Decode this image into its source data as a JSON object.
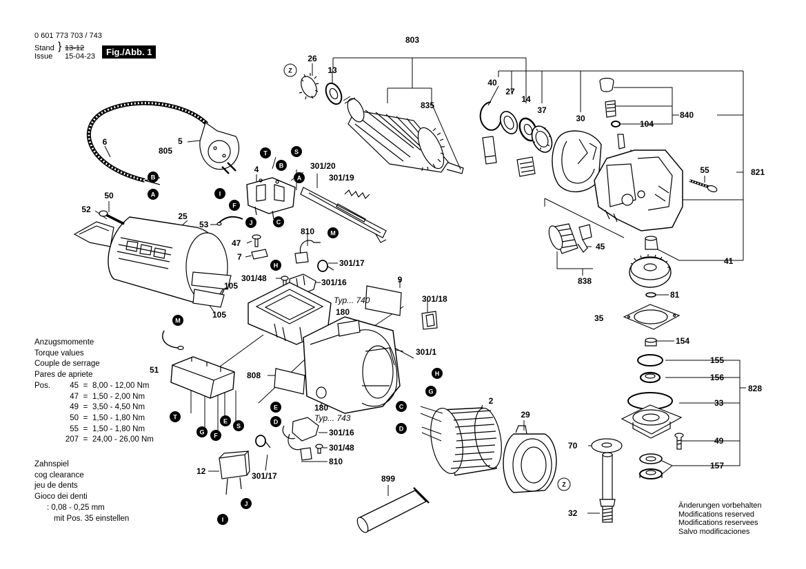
{
  "header": {
    "part_number": "0 601 773 703 / 743",
    "stand_label": "Stand",
    "stand_value_struck": "13-12",
    "issue_label": "Issue",
    "issue_value": "15-04-23",
    "figure_label": "Fig./Abb. 1"
  },
  "torque": {
    "headings": [
      "Anzugsmomente",
      "Torque values",
      "Couple de serrage",
      "Pares de apriete"
    ],
    "pos_label": "Pos.",
    "rows": [
      {
        "pos": "45",
        "value": "8,00 - 12,00 Nm"
      },
      {
        "pos": "47",
        "value": "1,50 - 2,00 Nm"
      },
      {
        "pos": "49",
        "value": "3,50 - 4,50 Nm"
      },
      {
        "pos": "50",
        "value": "1,50 - 1,80 Nm"
      },
      {
        "pos": "55",
        "value": "1,50 - 1,80 Nm"
      },
      {
        "pos": "207",
        "value": "24,00 - 26,00 Nm"
      }
    ]
  },
  "cog": {
    "headings": [
      "Zahnspiel",
      "cog clearance",
      "jeu de dents",
      "Gioco dei denti"
    ],
    "value": ": 0,08 - 0,25 mm",
    "note": "mit Pos. 35 einstellen"
  },
  "modifications": [
    "Änderungen vorbehalten",
    "Modifications reserved",
    "Modifications reservees",
    "Salvo modificaciones"
  ],
  "part_labels": {
    "p803": "803",
    "p26": "26",
    "p13": "13",
    "p835": "835",
    "p40": "40",
    "p27": "27",
    "p14": "14",
    "p37": "37",
    "p30": "30",
    "p840": "840",
    "p104": "104",
    "p821": "821",
    "p55": "55",
    "p5": "5",
    "p805": "805",
    "p6": "6",
    "p4": "4",
    "p301_20": "301/20",
    "p301_19": "301/19",
    "p50": "50",
    "p52": "52",
    "p25": "25",
    "p53": "53",
    "p810a": "810",
    "p47": "47",
    "p7": "7",
    "p301_17a": "301/17",
    "p301_48a": "301/48",
    "p301_16a": "301/16",
    "p105a": "105",
    "p105b": "105",
    "p9": "9",
    "p301_18": "301/18",
    "typ740": "Typ... 740",
    "p180a": "180",
    "p301_1": "301/1",
    "p45": "45",
    "p838": "838",
    "p41": "41",
    "p81": "81",
    "p35": "35",
    "p154": "154",
    "p155": "155",
    "p156": "156",
    "p828": "828",
    "p33": "33",
    "p49": "49",
    "p70": "70",
    "p157": "157",
    "p32": "32",
    "p51": "51",
    "p808": "808",
    "p180b": "180",
    "typ743": "Typ... 743",
    "p2": "2",
    "p29": "29",
    "p301_16b": "301/16",
    "p301_48b": "301/48",
    "p810b": "810",
    "p301_17b": "301/17",
    "p12": "12",
    "p899": "899"
  },
  "markers": {
    "Z": "Z",
    "A": "A",
    "B": "B",
    "C": "C",
    "D": "D",
    "E": "E",
    "F": "F",
    "G": "G",
    "H": "H",
    "I": "I",
    "J": "J",
    "M": "M",
    "S": "S",
    "T": "T"
  }
}
